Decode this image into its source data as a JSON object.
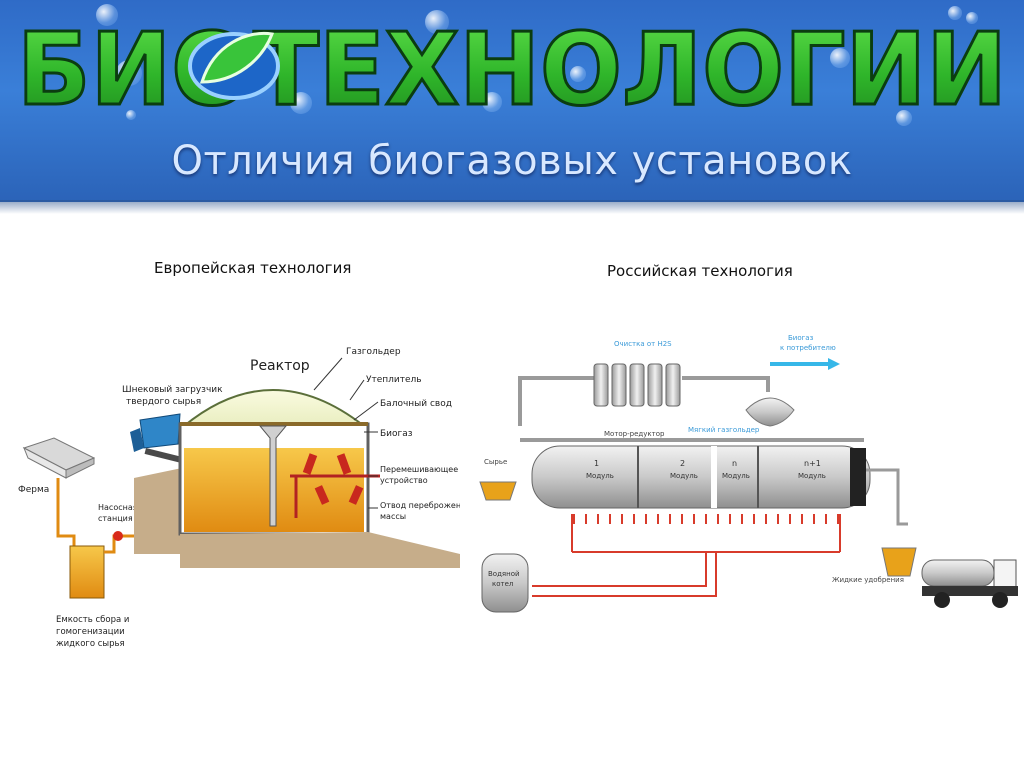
{
  "header": {
    "logo_text": "БИОТЕХНОЛОГИИ",
    "title": "Отличия биогазовых установок"
  },
  "sections": {
    "european": {
      "label": "Европейская технология",
      "diagram": {
        "reactor": "Реактор",
        "gasholder": "Газгольдер",
        "insulation": "Утеплитель",
        "beam_vault": "Балочный свод",
        "screw_loader_line1": "Шнековый загрузчик",
        "screw_loader_line2": "твердого сырья",
        "biogas": "Биогаз",
        "mixer_line1": "Перемешивающее",
        "mixer_line2": "устройство",
        "outlet_line1": "Отвод переброженой",
        "outlet_line2": "массы",
        "farm": "Ферма",
        "pump_line1": "Насосная",
        "pump_line2": "станция",
        "tank_line1": "Емкость сбора и",
        "tank_line2": "гомогенизации",
        "tank_line3": "жидкого сырья"
      }
    },
    "russian": {
      "label": "Российская технология",
      "diagram": {
        "h2s_cleaning": "Очистка от H2S",
        "biogas_consumer_line1": "Биогаз",
        "biogas_consumer_line2": "к потребителю",
        "motor_reducer": "Мотор-редуктор",
        "soft_gasholder": "Мягкий газгольдер",
        "raw": "Сырье",
        "module1_num": "1",
        "module2_num": "2",
        "modulen_num": "n",
        "modulen1_num": "n+1",
        "module_word": "Модуль",
        "boiler_line1": "Водяной",
        "boiler_line2": "котел",
        "fertilizer": "Жидкие удобрения"
      }
    }
  },
  "colors": {
    "header_blue": "#3a7fd8",
    "logo_green": "#2fb52a",
    "pipe_red": "#d83b2b",
    "slurry_orange": "#e8a21a",
    "arrow_cyan": "#36b7e8"
  }
}
